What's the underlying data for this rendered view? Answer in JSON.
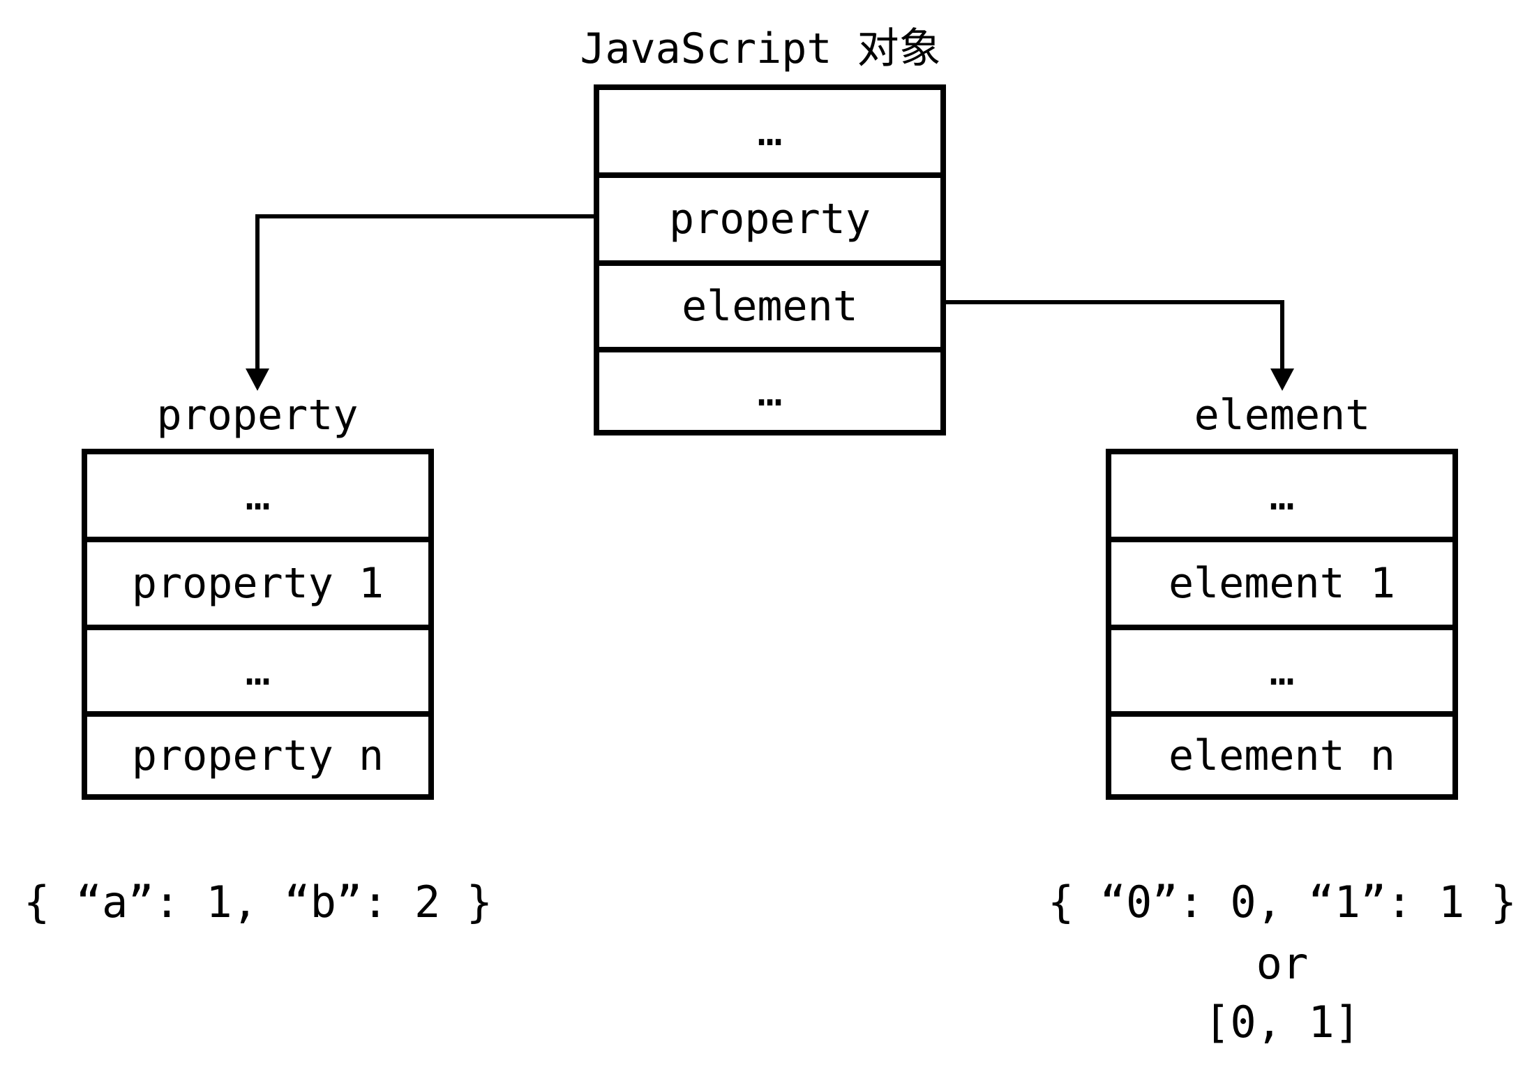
{
  "main_object": {
    "title": "JavaScript 对象",
    "cells": [
      "…",
      "property",
      "element",
      "…"
    ]
  },
  "property_store": {
    "title": "property",
    "cells": [
      "…",
      "property 1",
      "…",
      "property n"
    ],
    "example": "{ “a”: 1, “b”: 2 }"
  },
  "element_store": {
    "title": "element",
    "cells": [
      "…",
      "element 1",
      "…",
      "element n"
    ],
    "example_lines": [
      "{ “0”: 0, “1”: 1 }",
      "or",
      "[0, 1]"
    ]
  }
}
